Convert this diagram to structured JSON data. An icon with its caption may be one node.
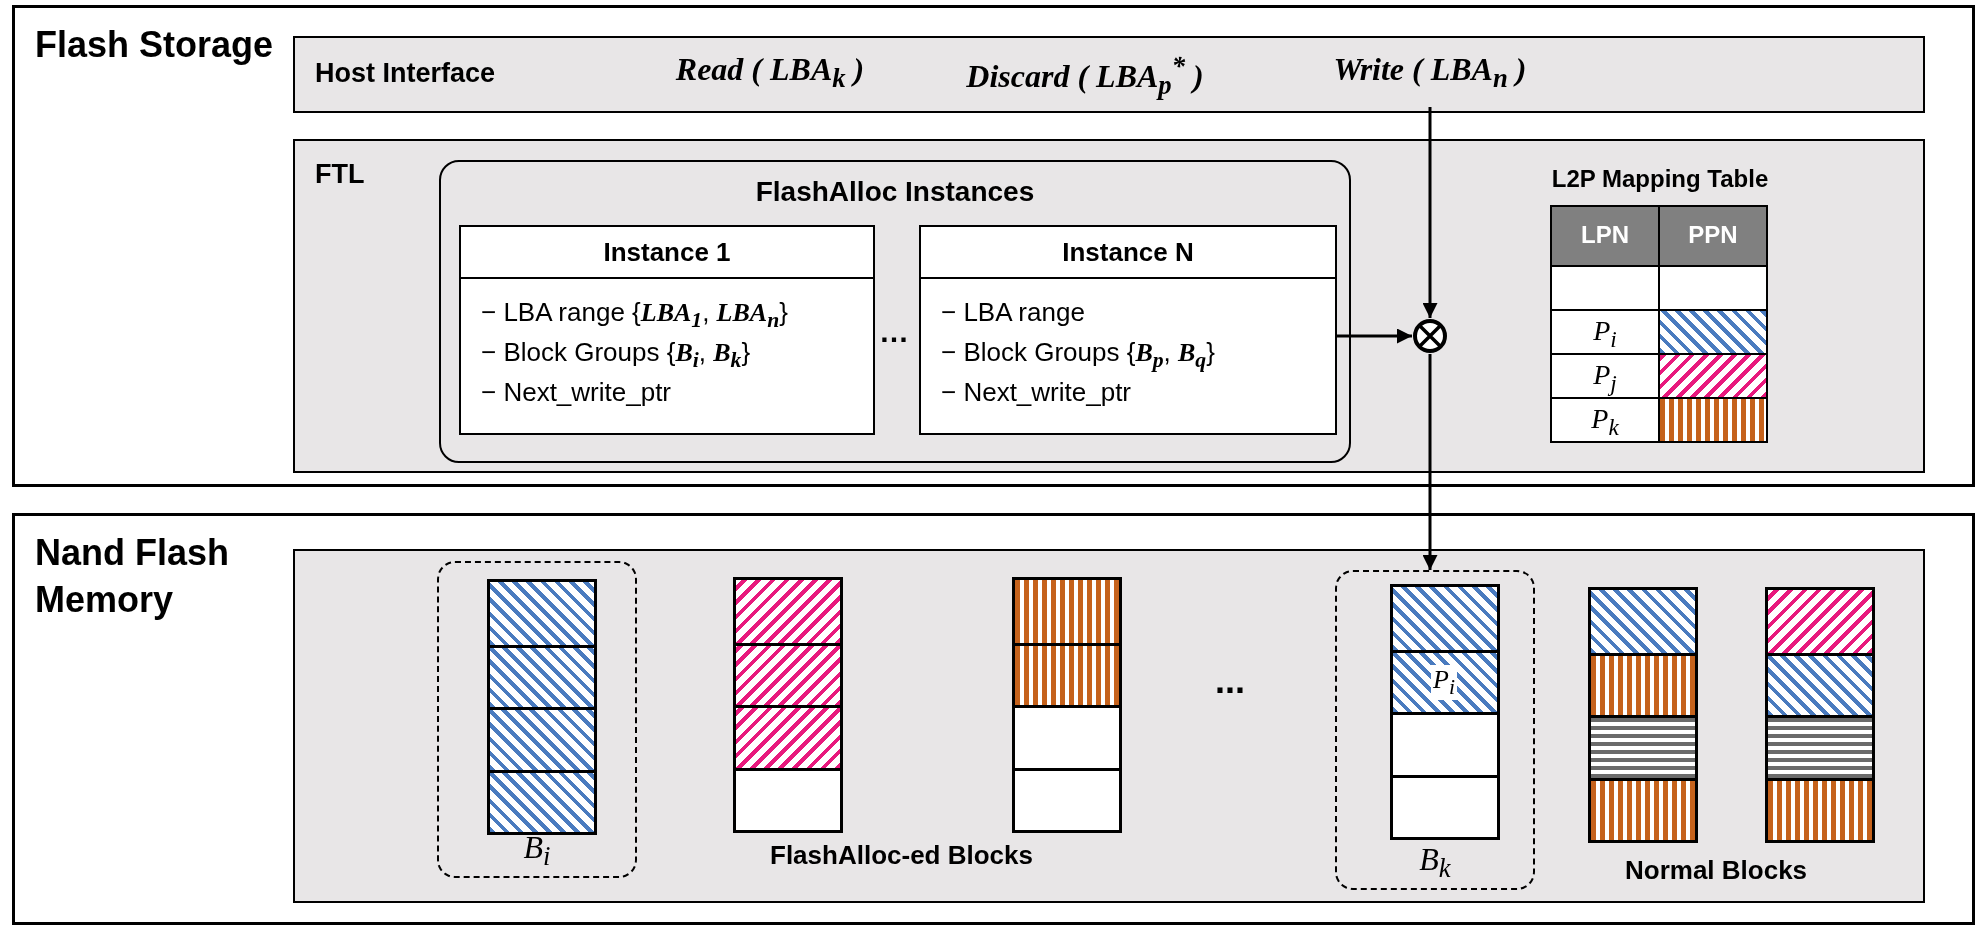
{
  "diagram": {
    "nodes": [
      {
        "text": [
          "Flash Storage"
        ]
      },
      {
        "text": [
          "Host Interface"
        ],
        "in": 0
      },
      {
        "text": [
          "Read ( LBA$_{k}$ )"
        ],
        "in": 1
      },
      {
        "text": [
          "Discard ( LBA$_{p}$$^{*}$ )"
        ],
        "in": 1
      },
      {
        "text": [
          "Write ( LBA$_{n}$ )"
        ],
        "in": 1
      },
      {
        "text": [
          "FTL"
        ],
        "in": 0
      },
      {
        "text": [
          "FlashAlloc Instances"
        ],
        "in": 5
      },
      {
        "text": [
          "Instance 1",
          "− LBA range {**LBA$_{1}$**, **LBA$_{n}$**}",
          "− Block Groups {**B$_{i}$**, **B$_{k}$**}",
          "− Next_write_ptr"
        ],
        "in": 6
      },
      {
        "text": [
          "Instance N",
          "− LBA range",
          "− Block Groups {**B$_{p}$**, **B$_{q}$**}",
          "− Next_write_ptr"
        ],
        "in": 6
      },
      {
        "text": [],
        "shape": "circle",
        "in": 5
      },
      {
        "text": [
          "L2P Mapping Table"
        ],
        "in": 5
      },
      {
        "text": [
          "LPN"
        ],
        "in": 10
      },
      {
        "text": [
          "PPN"
        ],
        "in": 10
      },
      {
        "text": [],
        "shape": "box",
        "in": 10
      },
      {
        "text": [],
        "shape": "box",
        "in": 10
      },
      {
        "text": [
          "P$_{i}$"
        ],
        "in": 10
      },
      {
        "text": [],
        "shape": "box",
        "in": 10
      },
      {
        "text": [
          "P$_{j}$"
        ],
        "in": 10
      },
      {
        "text": [],
        "shape": "box",
        "in": 10
      },
      {
        "text": [
          "P$_{k}$"
        ],
        "in": 10
      },
      {
        "text": [],
        "shape": "box",
        "in": 10
      },
      {
        "text": [
          "Nand Flash Memory"
        ]
      },
      {
        "text": [],
        "shape": "box",
        "in": 21
      },
      {
        "text": [
          "B$_{i}$"
        ],
        "in": 22
      },
      {
        "text": [
          "B$_{k}$"
        ],
        "in": 22
      }
    ],
    "edges": [
      {
        "from": 4,
        "to": 9,
        "arrow": "to"
      },
      {
        "from": 8,
        "to": 9,
        "arrow": "to"
      },
      {
        "from": 9,
        "to": 24,
        "arrow": "to"
      }
    ],
    "labels": [
      "…",
      "...",
      "P$_{i}$",
      "FlashAlloc-ed Blocks",
      "Normal Blocks"
    ]
  }
}
